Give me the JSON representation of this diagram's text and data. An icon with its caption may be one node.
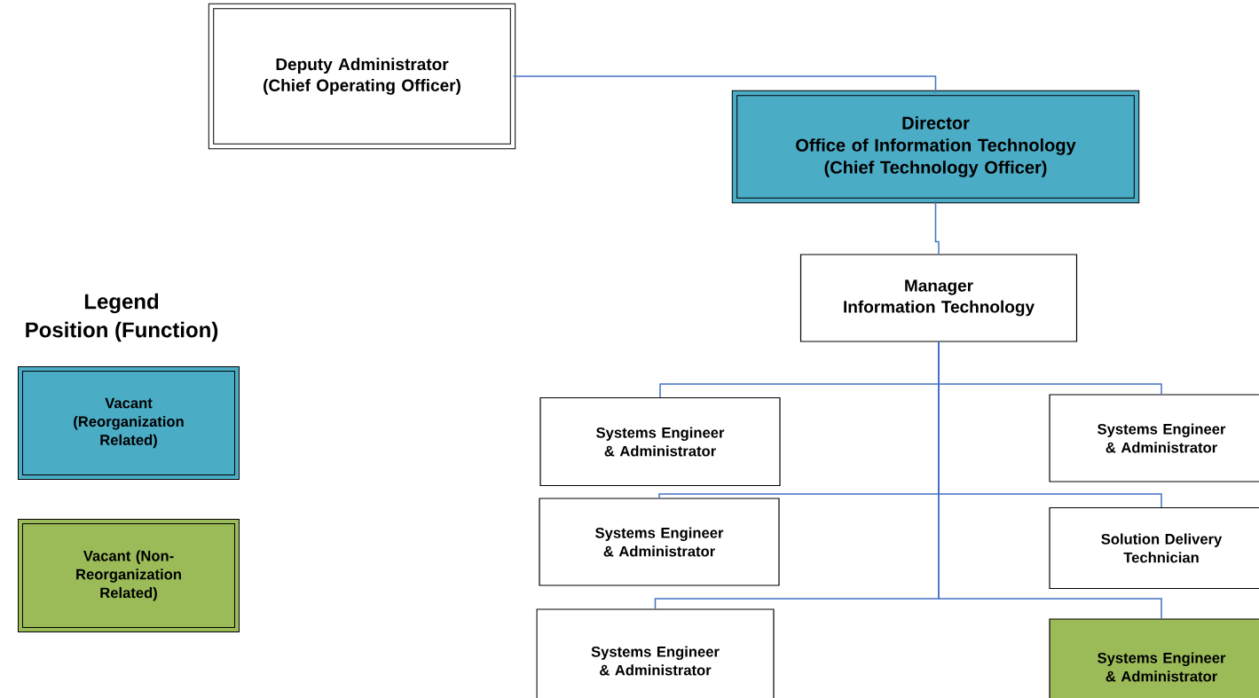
{
  "diagram": {
    "nodes": [
      {
        "text": [
          "Deputy Administrator",
          "(Chief Operating Officer)"
        ]
      },
      {
        "text": [
          "Director",
          "Office of Information Technology",
          "(Chief Technology Officer)"
        ]
      },
      {
        "text": [
          "Manager",
          "Information Technology"
        ]
      },
      {
        "text": [
          "Systems Engineer & Administrator"
        ]
      },
      {
        "text": [
          "Systems Engineer & Administrator"
        ]
      },
      {
        "text": [
          "Systems Engineer & Administrator"
        ]
      },
      {
        "text": [
          "Solution Delivery Technician"
        ]
      },
      {
        "text": [
          "Systems Engineer & Administrator"
        ]
      },
      {
        "text": [
          "Systems Engineer & Administrator"
        ]
      }
    ],
    "edges": [
      {
        "from": 0,
        "to": 1,
        "arrow": "none"
      },
      {
        "from": 1,
        "to": 2,
        "arrow": "none"
      },
      {
        "from": 2,
        "to": 3,
        "arrow": "none"
      },
      {
        "from": 2,
        "to": 4,
        "arrow": "none"
      },
      {
        "from": 2,
        "to": 5,
        "arrow": "none"
      },
      {
        "from": 2,
        "to": 6,
        "arrow": "none"
      },
      {
        "from": 2,
        "to": 7,
        "arrow": "none"
      },
      {
        "from": 2,
        "to": 8,
        "arrow": "none"
      }
    ],
    "labels": [
      "Legend",
      "Position (Function)"
    ],
    "legend": [
      {
        "text": "Vacant (Reorganization Related)",
        "color": "#4bacc6"
      },
      {
        "text": "Vacant (Non-Reorganization Related)",
        "color": "#9bbb59"
      }
    ]
  }
}
